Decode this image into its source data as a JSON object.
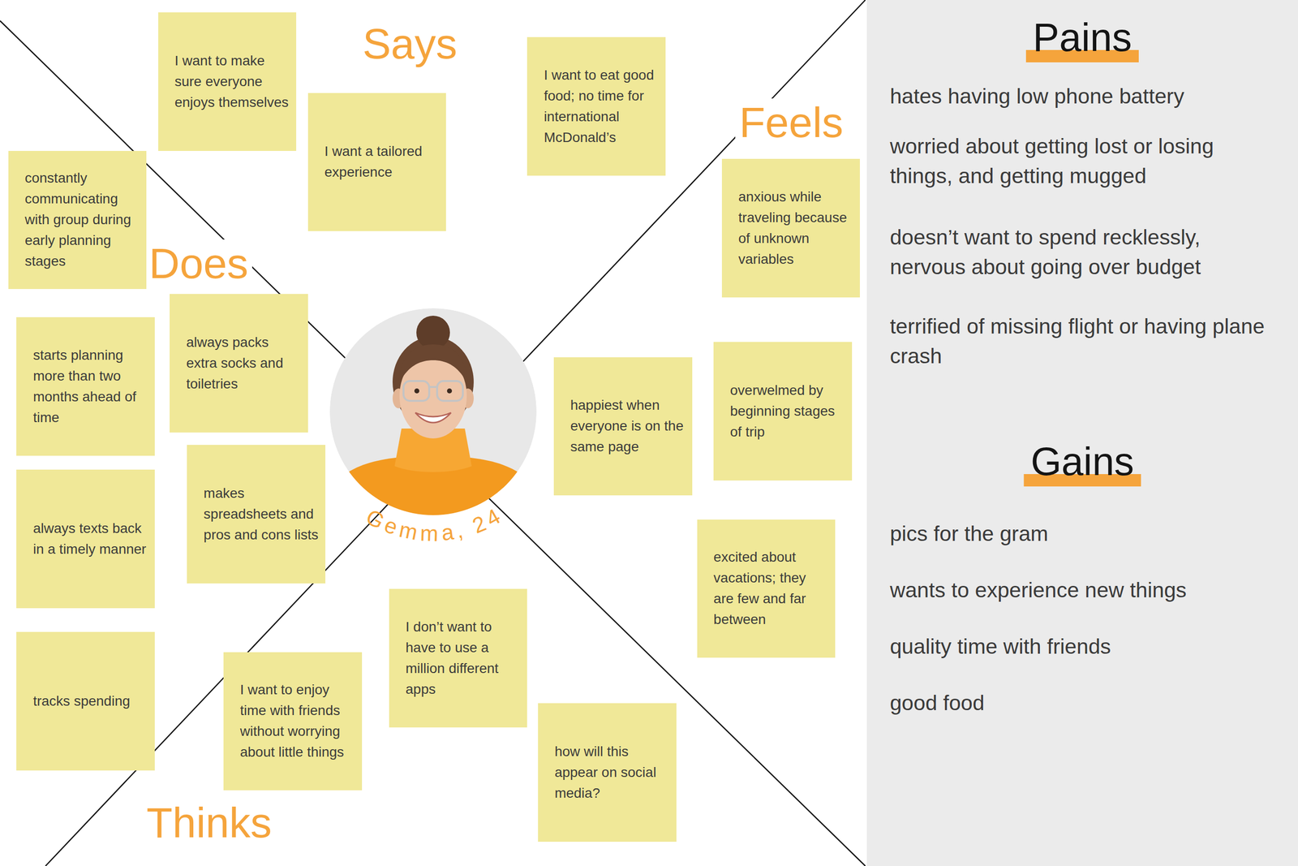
{
  "diagram": {
    "nodes": [
      {
        "text": [
          "Gemma, 24"
        ]
      },
      {
        "text": [
          "I want to make sure everyone enjoys themselves"
        ]
      },
      {
        "text": [
          "I want a tailored experience"
        ]
      },
      {
        "text": [
          "I want to eat good food; no time for international McDonald’s"
        ]
      },
      {
        "text": [
          "constantly communicating with group during early planning stages"
        ]
      },
      {
        "text": [
          "always packs extra socks and toiletries"
        ]
      },
      {
        "text": [
          "starts planning more than two months ahead of time"
        ]
      },
      {
        "text": [
          "makes spreadsheets and pros and cons lists"
        ]
      },
      {
        "text": [
          "always texts back in a timely manner"
        ]
      },
      {
        "text": [
          "tracks spending"
        ]
      },
      {
        "text": [
          "I don’t want to have to use a million different apps"
        ]
      },
      {
        "text": [
          "I want to enjoy time with friends without worrying about little things"
        ]
      },
      {
        "text": [
          "how will this appear on social media?"
        ]
      },
      {
        "text": [
          "anxious while traveling because of unknown variables"
        ]
      },
      {
        "text": [
          "happiest when everyone is on the same page"
        ]
      },
      {
        "text": [
          "overwelmed by beginning stages of trip"
        ]
      },
      {
        "text": [
          "excited about vacations; they are few and far between"
        ]
      },
      {
        "text": [
          "Pains",
          "hates having low phone battery",
          "worried about getting lost or losing things, and getting mugged",
          "doesn’t want to spend recklessly, nervous about going over budget",
          "terrified of missing flight or having plane crash",
          "Gains",
          "pics for the gram",
          "wants to experience new things",
          "quality time with friends",
          "good food"
        ]
      }
    ],
    "labels": [
      "Says",
      "Does",
      "Thinks",
      "Feels"
    ]
  }
}
